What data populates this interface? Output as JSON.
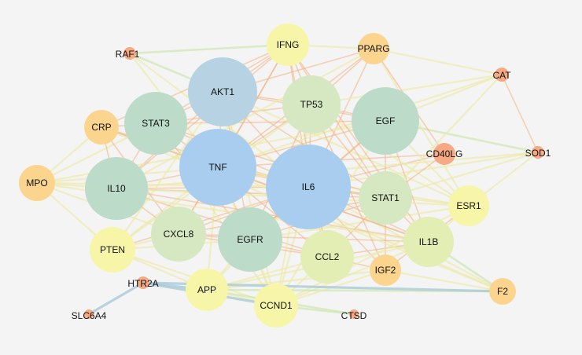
{
  "colors": {
    "background": "#f4f4f4",
    "blue": "#a9cdee",
    "steel": "#b7d3e3",
    "teal": "#bddbc9",
    "green": "#d5e8c1",
    "lime": "#e3eeb5",
    "yellow": "#f7f6a8",
    "peach": "#fbd58e",
    "salmon": "#f6a983",
    "edge_orange": "#f2b07f",
    "edge_yellow": "#ece9a6",
    "edge_green": "#cfe5b0",
    "edge_blue": "#a9cbd8"
  },
  "nodes": [
    {
      "id": "IL6",
      "label": "IL6",
      "color": "blue"
    },
    {
      "id": "TNF",
      "label": "TNF",
      "color": "blue"
    },
    {
      "id": "AKT1",
      "label": "AKT1",
      "color": "steel"
    },
    {
      "id": "EGF",
      "label": "EGF",
      "color": "teal"
    },
    {
      "id": "STAT3",
      "label": "STAT3",
      "color": "teal"
    },
    {
      "id": "IL10",
      "label": "IL10",
      "color": "teal"
    },
    {
      "id": "EGFR",
      "label": "EGFR",
      "color": "teal"
    },
    {
      "id": "TP53",
      "label": "TP53",
      "color": "green"
    },
    {
      "id": "STAT1",
      "label": "STAT1",
      "color": "green"
    },
    {
      "id": "CXCL8",
      "label": "CXCL8",
      "color": "green"
    },
    {
      "id": "CCL2",
      "label": "CCL2",
      "color": "lime"
    },
    {
      "id": "IL1B",
      "label": "IL1B",
      "color": "lime"
    },
    {
      "id": "IFNG",
      "label": "IFNG",
      "color": "yellow"
    },
    {
      "id": "ESR1",
      "label": "ESR1",
      "color": "yellow"
    },
    {
      "id": "PTEN",
      "label": "PTEN",
      "color": "yellow"
    },
    {
      "id": "APP",
      "label": "APP",
      "color": "yellow"
    },
    {
      "id": "CCND1",
      "label": "CCND1",
      "color": "yellow"
    },
    {
      "id": "CRP",
      "label": "CRP",
      "color": "peach"
    },
    {
      "id": "MPO",
      "label": "MPO",
      "color": "peach"
    },
    {
      "id": "PPARG",
      "label": "PPARG",
      "color": "peach"
    },
    {
      "id": "IGF2",
      "label": "IGF2",
      "color": "peach"
    },
    {
      "id": "F2",
      "label": "F2",
      "color": "peach"
    },
    {
      "id": "CD40LG",
      "label": "CD40LG",
      "color": "salmon"
    },
    {
      "id": "RAF1",
      "label": "RAF1",
      "color": "salmon"
    },
    {
      "id": "CAT",
      "label": "CAT",
      "color": "salmon"
    },
    {
      "id": "SOD1",
      "label": "SOD1",
      "color": "salmon"
    },
    {
      "id": "HTR2A",
      "label": "HTR2A",
      "color": "salmon"
    },
    {
      "id": "CTSD",
      "label": "CTSD",
      "color": "salmon"
    },
    {
      "id": "SLC6A4",
      "label": "SLC6A4",
      "color": "salmon"
    }
  ],
  "edges": [
    [
      "IL6",
      "TNF",
      "orange"
    ],
    [
      "IL6",
      "AKT1",
      "orange"
    ],
    [
      "IL6",
      "EGF",
      "orange"
    ],
    [
      "IL6",
      "STAT3",
      "orange"
    ],
    [
      "IL6",
      "IL10",
      "orange"
    ],
    [
      "IL6",
      "EGFR",
      "orange"
    ],
    [
      "IL6",
      "TP53",
      "orange"
    ],
    [
      "IL6",
      "STAT1",
      "orange"
    ],
    [
      "IL6",
      "CXCL8",
      "orange"
    ],
    [
      "IL6",
      "CCL2",
      "orange"
    ],
    [
      "IL6",
      "IL1B",
      "orange"
    ],
    [
      "IL6",
      "IFNG",
      "orange"
    ],
    [
      "IL6",
      "ESR1",
      "yellow"
    ],
    [
      "IL6",
      "PTEN",
      "orange"
    ],
    [
      "IL6",
      "APP",
      "yellow"
    ],
    [
      "IL6",
      "CCND1",
      "yellow"
    ],
    [
      "IL6",
      "CRP",
      "orange"
    ],
    [
      "IL6",
      "MPO",
      "yellow"
    ],
    [
      "IL6",
      "PPARG",
      "orange"
    ],
    [
      "IL6",
      "IGF2",
      "orange"
    ],
    [
      "IL6",
      "F2",
      "yellow"
    ],
    [
      "IL6",
      "CD40LG",
      "orange"
    ],
    [
      "IL6",
      "SOD1",
      "yellow"
    ],
    [
      "IL6",
      "RAF1",
      "yellow"
    ],
    [
      "TNF",
      "AKT1",
      "orange"
    ],
    [
      "TNF",
      "EGF",
      "orange"
    ],
    [
      "TNF",
      "STAT3",
      "orange"
    ],
    [
      "TNF",
      "IL10",
      "orange"
    ],
    [
      "TNF",
      "EGFR",
      "orange"
    ],
    [
      "TNF",
      "TP53",
      "orange"
    ],
    [
      "TNF",
      "STAT1",
      "orange"
    ],
    [
      "TNF",
      "CXCL8",
      "orange"
    ],
    [
      "TNF",
      "CCL2",
      "orange"
    ],
    [
      "TNF",
      "IL1B",
      "orange"
    ],
    [
      "TNF",
      "IFNG",
      "orange"
    ],
    [
      "TNF",
      "ESR1",
      "yellow"
    ],
    [
      "TNF",
      "PTEN",
      "yellow"
    ],
    [
      "TNF",
      "APP",
      "yellow"
    ],
    [
      "TNF",
      "CCND1",
      "yellow"
    ],
    [
      "TNF",
      "CRP",
      "orange"
    ],
    [
      "TNF",
      "MPO",
      "yellow"
    ],
    [
      "TNF",
      "PPARG",
      "orange"
    ],
    [
      "TNF",
      "CD40LG",
      "orange"
    ],
    [
      "TNF",
      "RAF1",
      "yellow"
    ],
    [
      "TNF",
      "F2",
      "yellow"
    ],
    [
      "TNF",
      "CAT",
      "yellow"
    ],
    [
      "AKT1",
      "EGF",
      "orange"
    ],
    [
      "AKT1",
      "STAT3",
      "orange"
    ],
    [
      "AKT1",
      "TP53",
      "orange"
    ],
    [
      "AKT1",
      "EGFR",
      "orange"
    ],
    [
      "AKT1",
      "PTEN",
      "yellow"
    ],
    [
      "AKT1",
      "CCND1",
      "yellow"
    ],
    [
      "AKT1",
      "IFNG",
      "orange"
    ],
    [
      "AKT1",
      "PPARG",
      "orange"
    ],
    [
      "AKT1",
      "ESR1",
      "yellow"
    ],
    [
      "AKT1",
      "IL10",
      "orange"
    ],
    [
      "AKT1",
      "RAF1",
      "green"
    ],
    [
      "AKT1",
      "STAT1",
      "orange"
    ],
    [
      "EGF",
      "EGFR",
      "orange"
    ],
    [
      "EGF",
      "TP53",
      "orange"
    ],
    [
      "EGF",
      "STAT3",
      "orange"
    ],
    [
      "EGF",
      "ESR1",
      "yellow"
    ],
    [
      "EGF",
      "CCND1",
      "yellow"
    ],
    [
      "EGF",
      "IL1B",
      "orange"
    ],
    [
      "EGF",
      "SOD1",
      "green"
    ],
    [
      "EGF",
      "IGF2",
      "orange"
    ],
    [
      "EGF",
      "CAT",
      "yellow"
    ],
    [
      "EGF",
      "MPO",
      "yellow"
    ],
    [
      "STAT3",
      "IL10",
      "orange"
    ],
    [
      "STAT3",
      "EGFR",
      "orange"
    ],
    [
      "STAT3",
      "TP53",
      "orange"
    ],
    [
      "STAT3",
      "CCND1",
      "yellow"
    ],
    [
      "STAT3",
      "STAT1",
      "orange"
    ],
    [
      "STAT3",
      "CRP",
      "orange"
    ],
    [
      "STAT3",
      "IFNG",
      "orange"
    ],
    [
      "STAT3",
      "MPO",
      "yellow"
    ],
    [
      "IL10",
      "IFNG",
      "orange"
    ],
    [
      "IL10",
      "CCL2",
      "orange"
    ],
    [
      "IL10",
      "IL1B",
      "orange"
    ],
    [
      "IL10",
      "CXCL8",
      "orange"
    ],
    [
      "IL10",
      "MPO",
      "yellow"
    ],
    [
      "IL10",
      "CRP",
      "orange"
    ],
    [
      "IL10",
      "STAT1",
      "orange"
    ],
    [
      "IL10",
      "ESR1",
      "yellow"
    ],
    [
      "IL10",
      "SOD1",
      "yellow"
    ],
    [
      "IL10",
      "PPARG",
      "yellow"
    ],
    [
      "EGFR",
      "TP53",
      "orange"
    ],
    [
      "EGFR",
      "CCND1",
      "yellow"
    ],
    [
      "EGFR",
      "PTEN",
      "yellow"
    ],
    [
      "EGFR",
      "ESR1",
      "yellow"
    ],
    [
      "EGFR",
      "STAT1",
      "orange"
    ],
    [
      "EGFR",
      "APP",
      "yellow"
    ],
    [
      "EGFR",
      "IGF2",
      "orange"
    ],
    [
      "EGFR",
      "CXCL8",
      "orange"
    ],
    [
      "TP53",
      "CCND1",
      "yellow"
    ],
    [
      "TP53",
      "PTEN",
      "yellow"
    ],
    [
      "TP53",
      "ESR1",
      "yellow"
    ],
    [
      "TP53",
      "STAT1",
      "orange"
    ],
    [
      "TP53",
      "IFNG",
      "orange"
    ],
    [
      "TP53",
      "CAT",
      "yellow"
    ],
    [
      "TP53",
      "PPARG",
      "orange"
    ],
    [
      "TP53",
      "IGF2",
      "orange"
    ],
    [
      "STAT1",
      "IFNG",
      "orange"
    ],
    [
      "STAT1",
      "CCL2",
      "orange"
    ],
    [
      "STAT1",
      "IL1B",
      "orange"
    ],
    [
      "CXCL8",
      "IL1B",
      "orange"
    ],
    [
      "CXCL8",
      "CCL2",
      "orange"
    ],
    [
      "CXCL8",
      "IFNG",
      "orange"
    ],
    [
      "CXCL8",
      "MPO",
      "yellow"
    ],
    [
      "CXCL8",
      "CRP",
      "orange"
    ],
    [
      "CXCL8",
      "STAT1",
      "orange"
    ],
    [
      "CXCL8",
      "PTEN",
      "yellow"
    ],
    [
      "CCL2",
      "IL1B",
      "orange"
    ],
    [
      "CCL2",
      "IFNG",
      "orange"
    ],
    [
      "CCL2",
      "APP",
      "yellow"
    ],
    [
      "CCL2",
      "CCND1",
      "yellow"
    ],
    [
      "IL1B",
      "IFNG",
      "orange"
    ],
    [
      "IL1B",
      "APP",
      "yellow"
    ],
    [
      "IL1B",
      "F2",
      "green"
    ],
    [
      "IL1B",
      "ESR1",
      "yellow"
    ],
    [
      "IL1B",
      "MPO",
      "yellow"
    ],
    [
      "IL1B",
      "CRP",
      "orange"
    ],
    [
      "IL1B",
      "CCND1",
      "yellow"
    ],
    [
      "IFNG",
      "PPARG",
      "yellow"
    ],
    [
      "IFNG",
      "RAF1",
      "green"
    ],
    [
      "IFNG",
      "CRP",
      "orange"
    ],
    [
      "ESR1",
      "CCND1",
      "yellow"
    ],
    [
      "ESR1",
      "PPARG",
      "yellow"
    ],
    [
      "ESR1",
      "SOD1",
      "yellow"
    ],
    [
      "ESR1",
      "IGF2",
      "orange"
    ],
    [
      "PTEN",
      "APP",
      "yellow"
    ],
    [
      "PTEN",
      "CCND1",
      "yellow"
    ],
    [
      "PTEN",
      "MPO",
      "yellow"
    ],
    [
      "APP",
      "HTR2A",
      "blue"
    ],
    [
      "APP",
      "CCND1",
      "yellow"
    ],
    [
      "APP",
      "CTSD",
      "green"
    ],
    [
      "APP",
      "F2",
      "green"
    ],
    [
      "APP",
      "IGF2",
      "yellow"
    ],
    [
      "CCND1",
      "IGF2",
      "yellow"
    ],
    [
      "CCND1",
      "CTSD",
      "green"
    ],
    [
      "CRP",
      "MPO",
      "yellow"
    ],
    [
      "CRP",
      "F2",
      "yellow"
    ],
    [
      "PPARG",
      "CAT",
      "yellow"
    ],
    [
      "PPARG",
      "CD40LG",
      "orange"
    ],
    [
      "CAT",
      "SOD1",
      "orange"
    ],
    [
      "CAT",
      "STAT1",
      "yellow"
    ],
    [
      "HTR2A",
      "SLC6A4",
      "blue"
    ],
    [
      "HTR2A",
      "CCND1",
      "blue"
    ],
    [
      "HTR2A",
      "F2",
      "blue"
    ],
    [
      "CD40LG",
      "STAT1",
      "orange"
    ],
    [
      "IGF2",
      "F2",
      "yellow"
    ],
    [
      "SOD1",
      "STAT1",
      "yellow"
    ]
  ]
}
